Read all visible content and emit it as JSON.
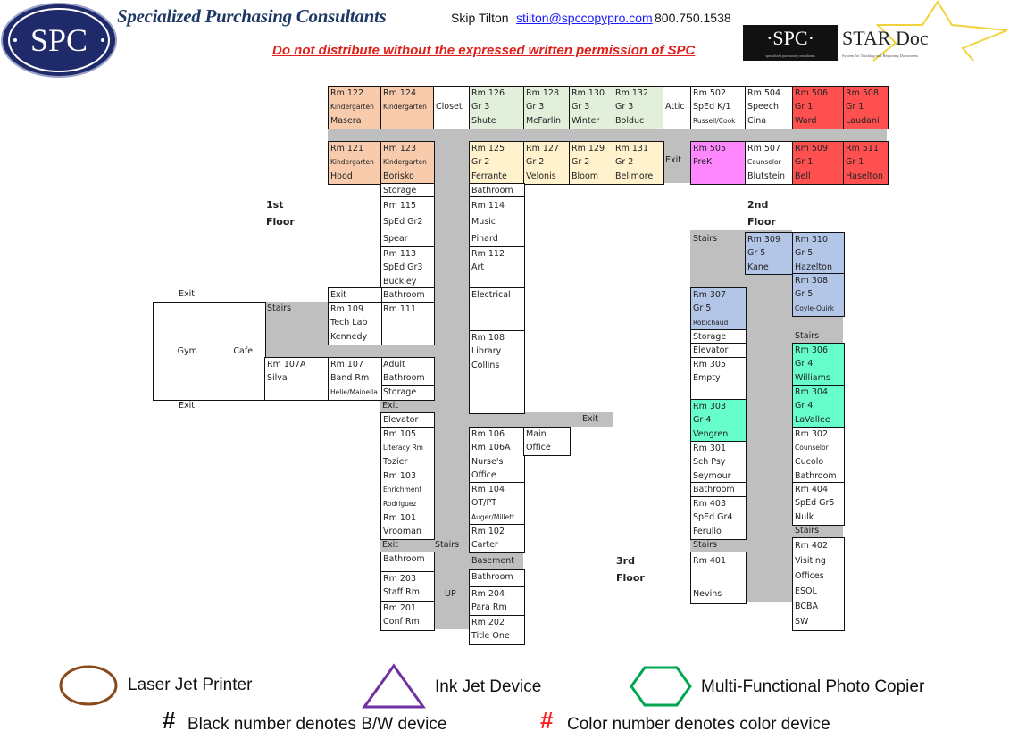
{
  "header": {
    "logo_text": "SPC",
    "company": "Specialized Purchasing Consultants",
    "contact_name": "Skip Tilton",
    "contact_email": "stilton@spccopypro.com",
    "contact_phone": "800.750.1538",
    "warning": "Do not distribute without the expressed written permission of SPC",
    "star_logo": {
      "left": "·SPC·",
      "right": "STAR Doc",
      "sub_left": "specialized purchasing consultants",
      "sub_right": "System for Tracking and Reporting Documents"
    }
  },
  "colors": {
    "kinder": "#f8cbad",
    "gr3": "#e2efda",
    "gr2": "#fff2cc",
    "gr1": "#ff5050",
    "prek": "#ff88ff",
    "gr5": "#b4c6e7",
    "gr4": "#66ffcc",
    "none": "#ffffff",
    "corridor": "#bfbfbf"
  },
  "floors": {
    "first": [
      "1st",
      "Floor"
    ],
    "second": [
      "2nd",
      "Floor"
    ],
    "third": [
      "3rd",
      "Floor"
    ]
  },
  "rooms": [
    {
      "id": "rm122",
      "fill": "kinder",
      "lines": [
        "Rm 122",
        "Kindergarten",
        "Masera"
      ]
    },
    {
      "id": "rm124",
      "fill": "kinder",
      "lines": [
        "Rm 124",
        "Kindergarten"
      ]
    },
    {
      "id": "closet",
      "fill": "none",
      "lines": [
        "",
        "Closet"
      ]
    },
    {
      "id": "rm126",
      "fill": "gr3",
      "lines": [
        "Rm 126",
        "Gr 3",
        "Shute"
      ]
    },
    {
      "id": "rm128",
      "fill": "gr3",
      "lines": [
        "Rm 128",
        "Gr 3",
        "McFarlin"
      ]
    },
    {
      "id": "rm130",
      "fill": "gr3",
      "lines": [
        "Rm 130",
        "Gr 3",
        "Winter"
      ]
    },
    {
      "id": "rm132",
      "fill": "gr3",
      "lines": [
        "Rm 132",
        "Gr 3",
        "Bolduc"
      ]
    },
    {
      "id": "attic",
      "fill": "none",
      "lines": [
        "",
        "Attic"
      ]
    },
    {
      "id": "rm502",
      "fill": "none",
      "lines": [
        "Rm 502",
        "SpEd K/1",
        "Russell/Cook"
      ]
    },
    {
      "id": "rm504",
      "fill": "none",
      "lines": [
        "Rm 504",
        "Speech",
        "Cina"
      ]
    },
    {
      "id": "rm506",
      "fill": "gr1",
      "lines": [
        "Rm 506",
        "Gr 1",
        "Ward"
      ]
    },
    {
      "id": "rm508",
      "fill": "gr1",
      "lines": [
        "Rm 508",
        "Gr 1",
        "Laudani"
      ]
    },
    {
      "id": "rm121",
      "fill": "kinder",
      "lines": [
        "Rm 121",
        "Kindergarten",
        "Hood"
      ]
    },
    {
      "id": "rm123",
      "fill": "kinder",
      "lines": [
        "Rm 123",
        "Kindergarten",
        "Borisko"
      ]
    },
    {
      "id": "rm125",
      "fill": "gr2",
      "lines": [
        "Rm 125",
        "Gr 2",
        "Ferrante"
      ]
    },
    {
      "id": "rm127",
      "fill": "gr2",
      "lines": [
        "Rm 127",
        "Gr 2",
        "Velonis"
      ]
    },
    {
      "id": "rm129",
      "fill": "gr2",
      "lines": [
        "Rm 129",
        "Gr 2",
        "Bloom"
      ]
    },
    {
      "id": "rm131",
      "fill": "gr2",
      "lines": [
        "Rm 131",
        "Gr 2",
        "Bellmore"
      ]
    },
    {
      "id": "rm505",
      "fill": "prek",
      "lines": [
        "Rm 505",
        "PreK"
      ]
    },
    {
      "id": "rm507",
      "fill": "none",
      "lines": [
        "Rm 507",
        "Counselor",
        "Blutstein"
      ]
    },
    {
      "id": "rm509",
      "fill": "gr1",
      "lines": [
        "Rm 509",
        "Gr 1",
        "Bell"
      ]
    },
    {
      "id": "rm511",
      "fill": "gr1",
      "lines": [
        "Rm 511",
        "Gr 1",
        "Haselton"
      ]
    },
    {
      "id": "storage1",
      "fill": "none",
      "lines": [
        "Storage"
      ]
    },
    {
      "id": "rm115",
      "fill": "none",
      "lines": [
        "Rm 115",
        "SpEd Gr2",
        "Spear"
      ]
    },
    {
      "id": "rm113",
      "fill": "none",
      "lines": [
        "Rm 113",
        "SpEd Gr3",
        "Buckley"
      ]
    },
    {
      "id": "bath1",
      "fill": "none",
      "lines": [
        "Bathroom"
      ]
    },
    {
      "id": "rm111",
      "fill": "none",
      "lines": [
        "Rm 111"
      ]
    },
    {
      "id": "adultbath",
      "fill": "none",
      "lines": [
        "Adult",
        "Bathroom"
      ]
    },
    {
      "id": "storage2",
      "fill": "none",
      "lines": [
        "Storage"
      ]
    },
    {
      "id": "elevator1",
      "fill": "none",
      "lines": [
        "Elevator"
      ]
    },
    {
      "id": "rm105",
      "fill": "none",
      "lines": [
        "Rm 105",
        "Literacy Rm",
        "Tozier"
      ]
    },
    {
      "id": "rm103",
      "fill": "none",
      "lines": [
        "Rm 103",
        "Enrichment",
        "Rodriguez"
      ]
    },
    {
      "id": "rm101",
      "fill": "none",
      "lines": [
        "Rm 101",
        "Vrooman"
      ]
    },
    {
      "id": "bath2",
      "fill": "none",
      "lines": [
        "Bathroom"
      ]
    },
    {
      "id": "rm203",
      "fill": "none",
      "lines": [
        "Rm 203",
        "Staff Rm"
      ]
    },
    {
      "id": "rm201",
      "fill": "none",
      "lines": [
        "Rm 201",
        "Conf Rm"
      ]
    },
    {
      "id": "bath3",
      "fill": "none",
      "lines": [
        "Bathroom"
      ]
    },
    {
      "id": "rm114",
      "fill": "none",
      "lines": [
        "Rm 114",
        "Music",
        "Pinard"
      ]
    },
    {
      "id": "rm112",
      "fill": "none",
      "lines": [
        "Rm 112",
        "Art"
      ]
    },
    {
      "id": "electrical",
      "fill": "none",
      "lines": [
        "Electrical"
      ]
    },
    {
      "id": "rm108",
      "fill": "none",
      "lines": [
        "Rm 108",
        "Library",
        "Collins"
      ]
    },
    {
      "id": "rm106",
      "fill": "none",
      "lines": [
        "Rm 106",
        "Rm 106A",
        "Nurse's",
        "Office"
      ]
    },
    {
      "id": "mainoffice",
      "fill": "none",
      "lines": [
        "Main",
        "Office"
      ]
    },
    {
      "id": "rm104",
      "fill": "none",
      "lines": [
        "Rm 104",
        "OT/PT",
        "Auger/Millett"
      ]
    },
    {
      "id": "rm102",
      "fill": "none",
      "lines": [
        "Rm 102",
        "Carter"
      ]
    },
    {
      "id": "bath4",
      "fill": "none",
      "lines": [
        "Bathroom"
      ]
    },
    {
      "id": "rm204",
      "fill": "none",
      "lines": [
        "Rm 204",
        "Para Rm"
      ]
    },
    {
      "id": "rm202",
      "fill": "none",
      "lines": [
        "Rm 202",
        "Title One"
      ]
    },
    {
      "id": "exitbox",
      "fill": "none",
      "lines": [
        "Exit"
      ]
    },
    {
      "id": "rm109",
      "fill": "none",
      "lines": [
        "Rm 109",
        "Tech Lab",
        "Kennedy"
      ]
    },
    {
      "id": "gym",
      "fill": "none",
      "lines": [
        "Gym"
      ]
    },
    {
      "id": "cafe",
      "fill": "none",
      "lines": [
        "Cafe"
      ]
    },
    {
      "id": "rm107a",
      "fill": "none",
      "lines": [
        "Rm 107A",
        "Silva"
      ]
    },
    {
      "id": "rm107",
      "fill": "none",
      "lines": [
        "Rm 107",
        "Band Rm",
        "Helie/Mainella"
      ]
    },
    {
      "id": "rm309",
      "fill": "gr5",
      "lines": [
        "Rm 309",
        "Gr 5",
        "Kane"
      ]
    },
    {
      "id": "rm310",
      "fill": "gr5",
      "lines": [
        "Rm 310",
        "Gr 5",
        "Hazelton"
      ]
    },
    {
      "id": "rm308",
      "fill": "gr5",
      "lines": [
        "Rm 308",
        "Gr 5",
        "Coyle-Quirk"
      ]
    },
    {
      "id": "rm307",
      "fill": "gr5",
      "lines": [
        "Rm 307",
        "Gr 5",
        "Robichaud"
      ]
    },
    {
      "id": "storage3",
      "fill": "none",
      "lines": [
        "Storage"
      ]
    },
    {
      "id": "elevator2",
      "fill": "none",
      "lines": [
        "Elevator"
      ]
    },
    {
      "id": "rm305",
      "fill": "none",
      "lines": [
        "Rm 305",
        "Empty"
      ]
    },
    {
      "id": "rm303",
      "fill": "gr4",
      "lines": [
        "Rm 303",
        "Gr 4",
        "Vengren"
      ]
    },
    {
      "id": "rm301",
      "fill": "none",
      "lines": [
        "Rm 301",
        "Sch Psy",
        "Seymour"
      ]
    },
    {
      "id": "bath5",
      "fill": "none",
      "lines": [
        "Bathroom"
      ]
    },
    {
      "id": "rm403",
      "fill": "none",
      "lines": [
        "Rm 403",
        "SpEd Gr4",
        "Ferullo"
      ]
    },
    {
      "id": "rm401",
      "fill": "none",
      "lines": [
        "Rm 401",
        "",
        "Nevins"
      ]
    },
    {
      "id": "rm306",
      "fill": "gr4",
      "lines": [
        "Rm 306",
        "Gr 4",
        "Williams"
      ]
    },
    {
      "id": "rm304",
      "fill": "gr4",
      "lines": [
        "Rm 304",
        "Gr 4",
        "LaVallee"
      ]
    },
    {
      "id": "rm302",
      "fill": "none",
      "lines": [
        "Rm 302",
        "Counselor",
        "Cucolo"
      ]
    },
    {
      "id": "bath6",
      "fill": "none",
      "lines": [
        "Bathroom"
      ]
    },
    {
      "id": "rm404",
      "fill": "none",
      "lines": [
        "Rm 404",
        "SpEd Gr5",
        "Nulk"
      ]
    },
    {
      "id": "rm402",
      "fill": "none",
      "lines": [
        "Rm 402",
        "Visiting",
        "Offices",
        "ESOL",
        "BCBA",
        "SW"
      ]
    }
  ],
  "labels": [
    {
      "id": "exit-east-top",
      "text": "Exit"
    },
    {
      "id": "exit-gym-top",
      "text": "Exit"
    },
    {
      "id": "exit-gym-bottom",
      "text": "Exit"
    },
    {
      "id": "stairs-1",
      "text": "Stairs"
    },
    {
      "id": "exit-hall",
      "text": "Exit"
    },
    {
      "id": "exit-office",
      "text": "Exit"
    },
    {
      "id": "exit-south",
      "text": "Exit"
    },
    {
      "id": "stairs-2",
      "text": "Stairs"
    },
    {
      "id": "up",
      "text": "UP"
    },
    {
      "id": "basement",
      "text": "Basement"
    },
    {
      "id": "stairs-3",
      "text": "Stairs"
    },
    {
      "id": "stairs-4",
      "text": "Stairs"
    },
    {
      "id": "stairs-5",
      "text": "Stairs"
    },
    {
      "id": "stairs-6",
      "text": "Stairs"
    }
  ],
  "legend": {
    "laser": "Laser Jet Printer",
    "inkjet": "Ink Jet Device",
    "mfp": "Multi-Functional Photo Copier",
    "hash": "#",
    "bw_note": "Black number denotes B/W device",
    "color_note": "Color number denotes color device",
    "laser_color": "#8b4a1c",
    "inkjet_color": "#7030a0",
    "mfp_color": "#00a550",
    "color_hash": "#ff2020"
  }
}
